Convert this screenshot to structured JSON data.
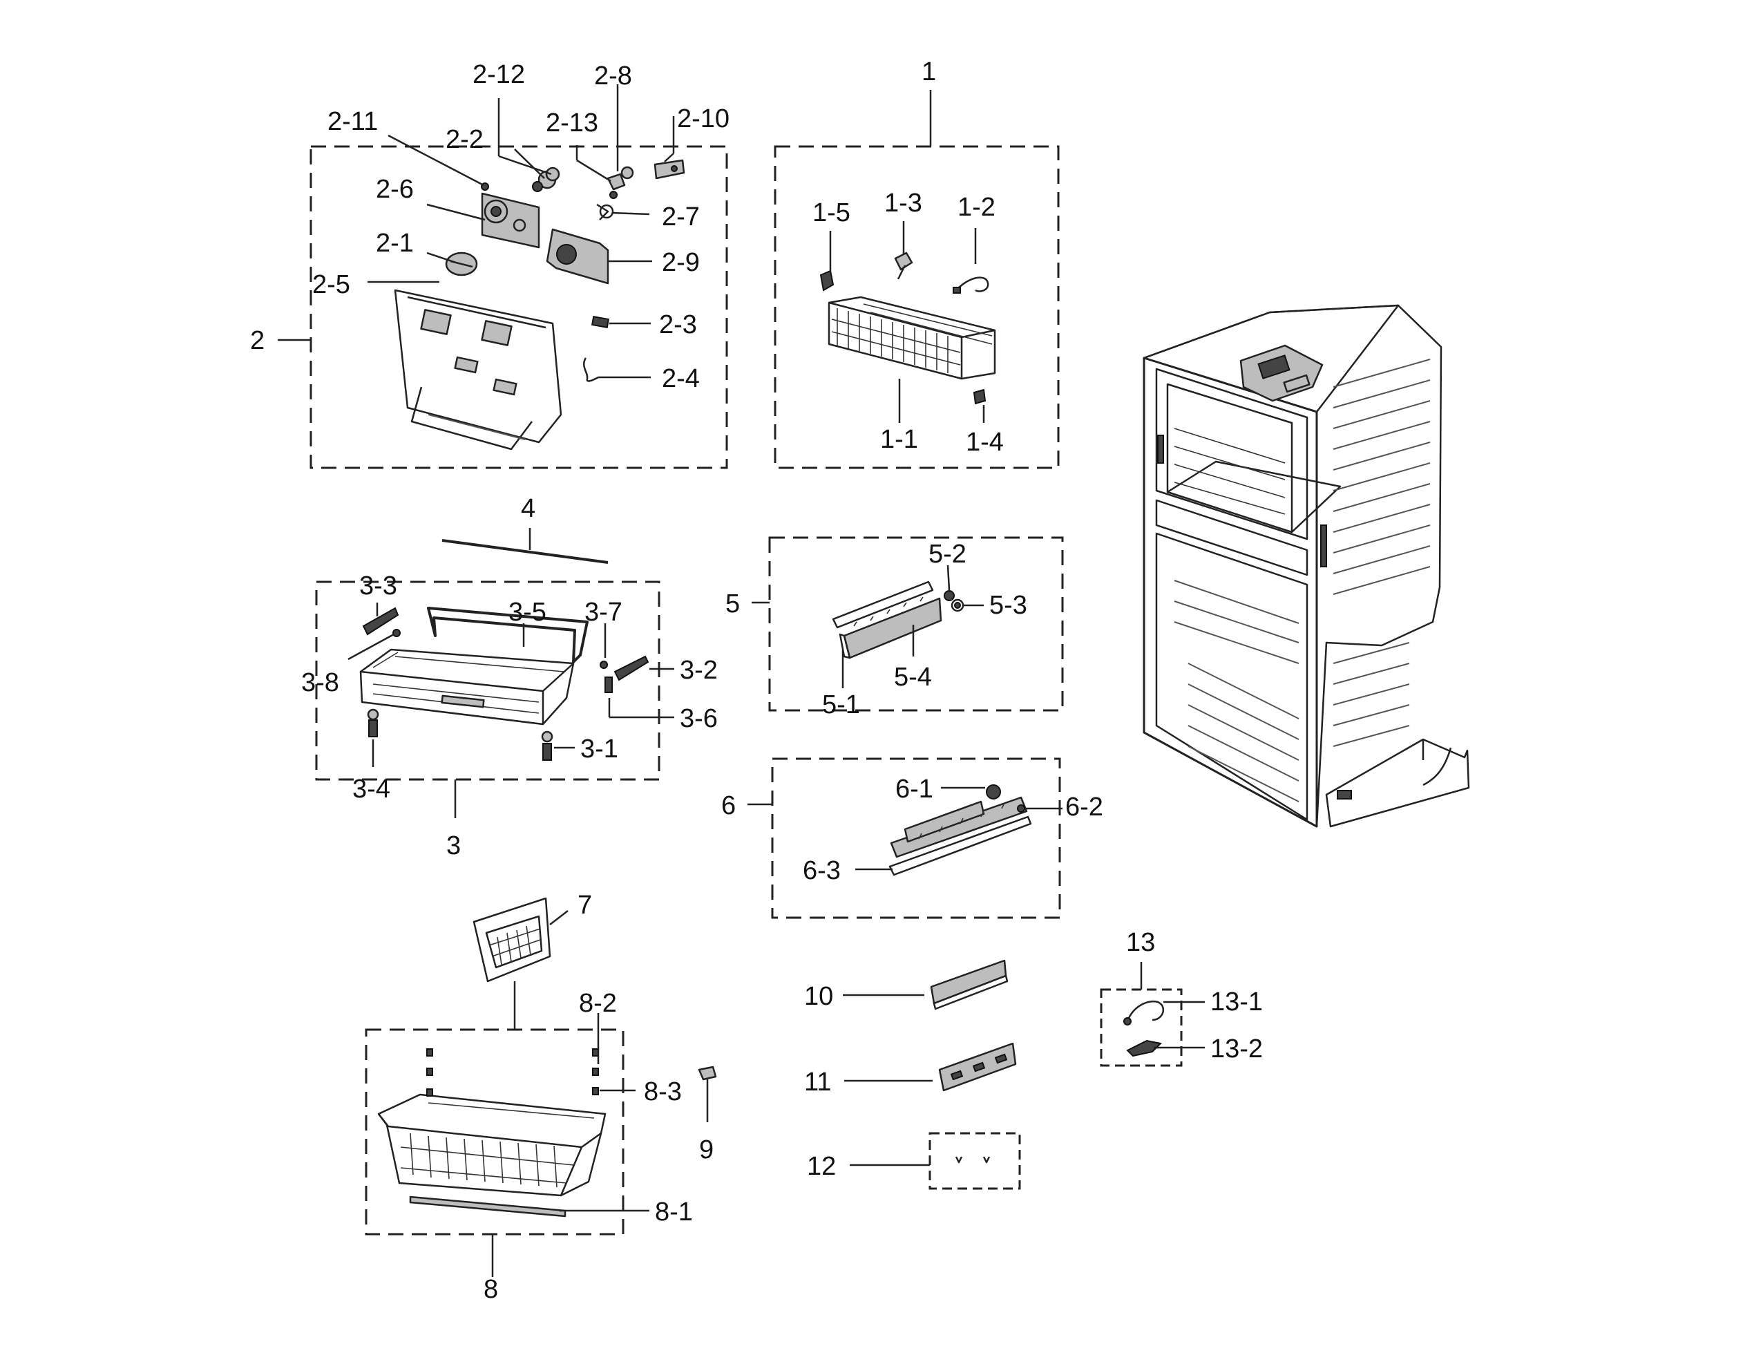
{
  "labels": {
    "l1": "1",
    "l1_1": "1-1",
    "l1_2": "1-2",
    "l1_3": "1-3",
    "l1_4": "1-4",
    "l1_5": "1-5",
    "l2": "2",
    "l2_1": "2-1",
    "l2_2": "2-2",
    "l2_3": "2-3",
    "l2_4": "2-4",
    "l2_5": "2-5",
    "l2_6": "2-6",
    "l2_7": "2-7",
    "l2_8": "2-8",
    "l2_9": "2-9",
    "l2_10": "2-10",
    "l2_11": "2-11",
    "l2_12": "2-12",
    "l2_13": "2-13",
    "l3": "3",
    "l3_1": "3-1",
    "l3_2": "3-2",
    "l3_3": "3-3",
    "l3_4": "3-4",
    "l3_5": "3-5",
    "l3_6": "3-6",
    "l3_7": "3-7",
    "l3_8": "3-8",
    "l4": "4",
    "l5": "5",
    "l5_1": "5-1",
    "l5_2": "5-2",
    "l5_3": "5-3",
    "l5_4": "5-4",
    "l6": "6",
    "l6_1": "6-1",
    "l6_2": "6-2",
    "l6_3": "6-3",
    "l7": "7",
    "l8": "8",
    "l8_1": "8-1",
    "l8_2": "8-2",
    "l8_3": "8-3",
    "l9": "9",
    "l10": "10",
    "l11": "11",
    "l12": "12",
    "l13": "13",
    "l13_1": "13-1",
    "l13_2": "13-2"
  }
}
